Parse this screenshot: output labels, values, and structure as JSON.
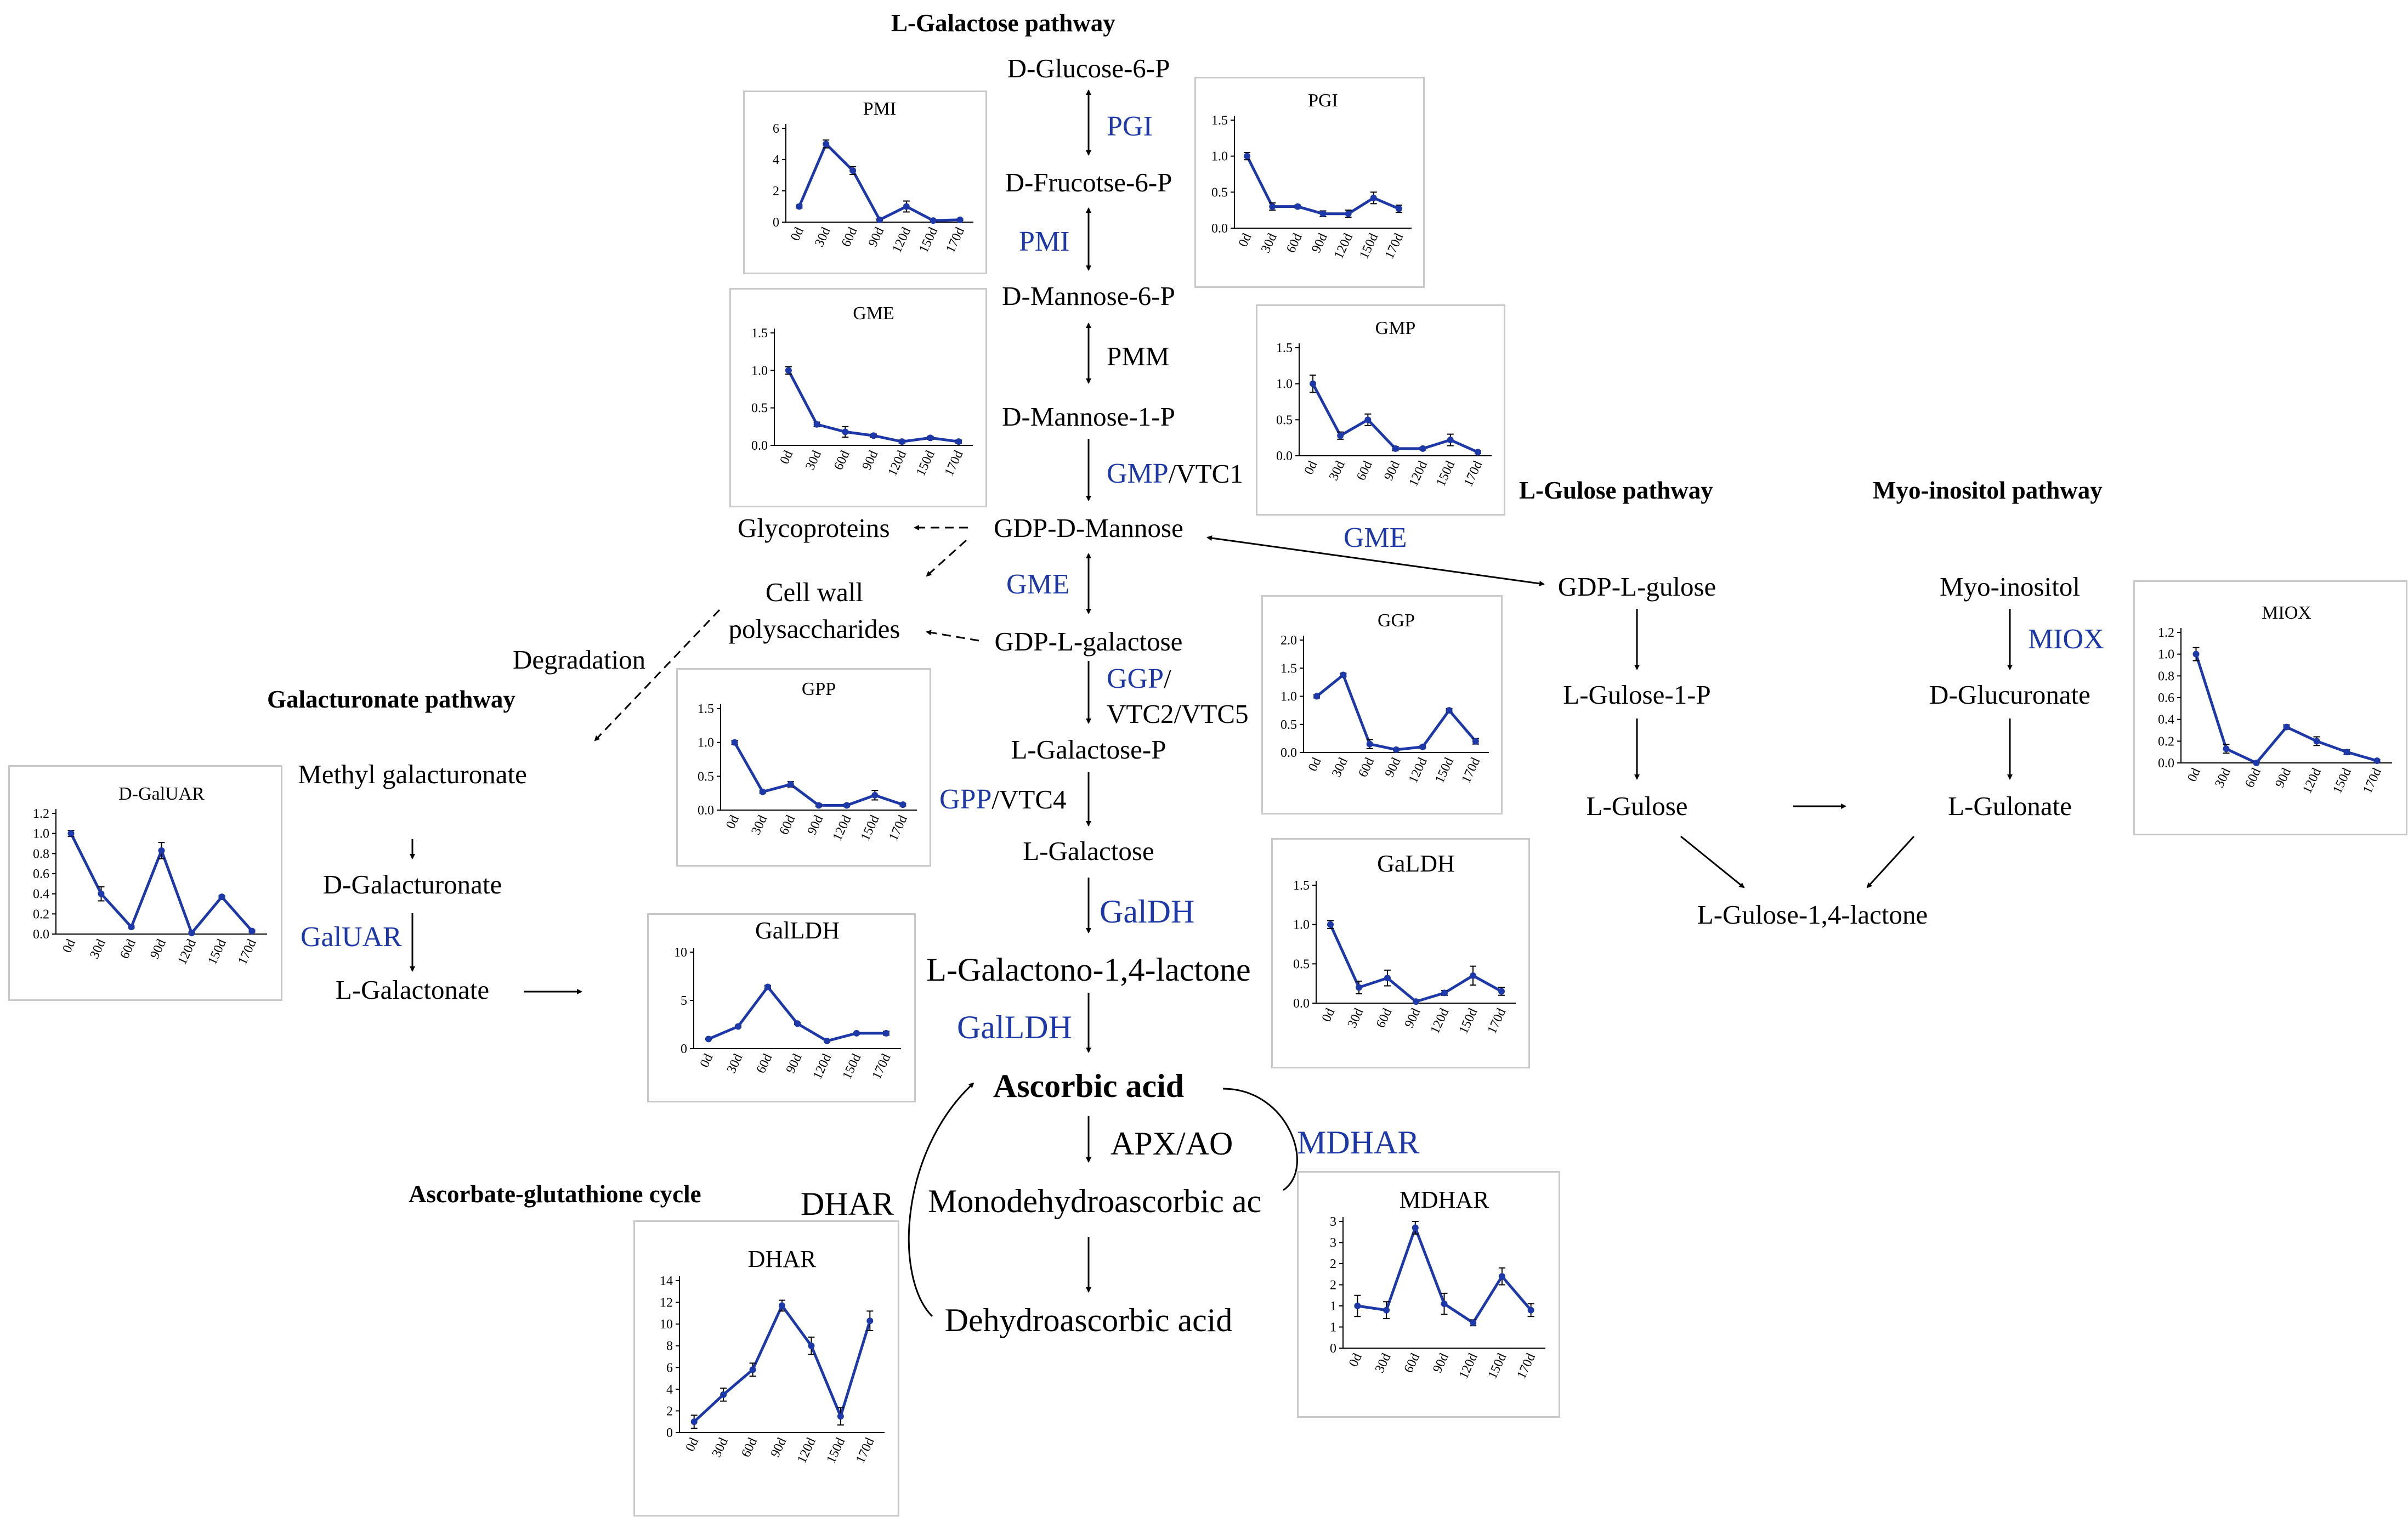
{
  "pathways": {
    "galactose": "L-Galactose pathway",
    "gulose": "L-Gulose pathway",
    "inositol": "Myo-inositol pathway",
    "galacturonate": "Galacturonate pathway",
    "ascorbate": "Ascorbate-glutathione cycle"
  },
  "metabolites": {
    "glc6p": "D-Glucose-6-P",
    "fru6p": "D-Frucotse-6-P",
    "man6p": "D-Mannose-6-P",
    "man1p": "D-Mannose-1-P",
    "gdpman": "GDP-D-Mannose",
    "glycoproteins": "Glycoproteins",
    "cellwall1": "Cell wall",
    "cellwall2": "polysaccharides",
    "degradation": "Degradation",
    "gdpgal": "GDP-L-galactose",
    "gal1p": "L-Galactose-P",
    "gal": "L-Galactose",
    "galactono": "L-Galactono-1,4-lactone",
    "asc": "Ascorbic acid",
    "mdha": "Monodehydroascorbic ac",
    "dha": "Dehydroascorbic acid",
    "methylgal": "Methyl galacturonate",
    "dgalact": "D-Galacturonate",
    "lgalactonate": "L-Galactonate",
    "gdpgul": "GDP-L-gulose",
    "gul1p": "L-Gulose-1-P",
    "gul": "L-Gulose",
    "gullac": "L-Gulose-1,4-lactone",
    "myo": "Myo-inositol",
    "dgluc": "D-Glucuronate",
    "lgulonate": "L-Gulonate"
  },
  "enzymes": {
    "pgi": "PGI",
    "pmi": "PMI",
    "pmm": "PMM",
    "gmp": "GMP",
    "vtc1": "/VTC1",
    "gme1": "GME",
    "gme2": "GME",
    "ggp": "GGP",
    "ggp_slash": "/",
    "vtc25": "VTC2/VTC5",
    "gpp": "GPP",
    "vtc4": "/VTC4",
    "galdh1": "GalDH",
    "galldh": "GalLDH",
    "apx": "APX/AO",
    "mdhar": "MDHAR",
    "dhar": "DHAR",
    "galuar": "GalUAR",
    "miox": "MIOX"
  },
  "chart_data": [
    {
      "id": "pmi",
      "type": "line",
      "title": "PMI",
      "categories": [
        "0d",
        "30d",
        "60d",
        "90d",
        "120d",
        "150d",
        "170d"
      ],
      "values": [
        1.0,
        5.0,
        3.3,
        0.15,
        1.0,
        0.1,
        0.15
      ],
      "errors": [
        0.1,
        0.25,
        0.25,
        0.05,
        0.35,
        0.05,
        0.05
      ],
      "ylim": [
        0,
        6
      ],
      "yticks": [
        "0",
        "2",
        "4",
        "6"
      ],
      "color": "#1d38a8"
    },
    {
      "id": "pgi",
      "type": "line",
      "title": "PGI",
      "categories": [
        "0d",
        "30d",
        "60d",
        "90d",
        "120d",
        "150d",
        "170d"
      ],
      "values": [
        1.0,
        0.3,
        0.3,
        0.2,
        0.2,
        0.42,
        0.27
      ],
      "errors": [
        0.05,
        0.05,
        0.02,
        0.04,
        0.05,
        0.08,
        0.05
      ],
      "ylim": [
        0,
        1.5
      ],
      "yticks": [
        "0.0",
        "0.5",
        "1.0",
        "1.5"
      ],
      "color": "#1d38a8"
    },
    {
      "id": "gme",
      "type": "line",
      "title": "GME",
      "categories": [
        "0d",
        "30d",
        "60d",
        "90d",
        "120d",
        "150d",
        "170d"
      ],
      "values": [
        1.0,
        0.28,
        0.18,
        0.13,
        0.05,
        0.1,
        0.05
      ],
      "errors": [
        0.05,
        0.03,
        0.07,
        0.02,
        0.02,
        0.02,
        0.02
      ],
      "ylim": [
        0,
        1.5
      ],
      "yticks": [
        "0.0",
        "0.5",
        "1.0",
        "1.5"
      ],
      "color": "#1d38a8"
    },
    {
      "id": "gmp",
      "type": "line",
      "title": "GMP",
      "categories": [
        "0d",
        "30d",
        "60d",
        "90d",
        "120d",
        "150d",
        "170d"
      ],
      "values": [
        1.0,
        0.28,
        0.5,
        0.1,
        0.1,
        0.22,
        0.05
      ],
      "errors": [
        0.12,
        0.05,
        0.08,
        0.03,
        0.02,
        0.08,
        0.02
      ],
      "ylim": [
        0,
        1.5
      ],
      "yticks": [
        "0.0",
        "0.5",
        "1.0",
        "1.5"
      ],
      "color": "#1d38a8"
    },
    {
      "id": "ggp",
      "type": "line",
      "title": "GGP",
      "categories": [
        "0d",
        "30d",
        "60d",
        "90d",
        "120d",
        "150d",
        "170d"
      ],
      "values": [
        1.0,
        1.38,
        0.15,
        0.05,
        0.1,
        0.75,
        0.2
      ],
      "errors": [
        0.03,
        0.03,
        0.08,
        0.02,
        0.02,
        0.03,
        0.05
      ],
      "ylim": [
        0,
        2.0
      ],
      "yticks": [
        "0.0",
        "0.5",
        "1.0",
        "1.5",
        "2.0"
      ],
      "color": "#1d38a8"
    },
    {
      "id": "gpp",
      "type": "line",
      "title": "GPP",
      "categories": [
        "0d",
        "30d",
        "60d",
        "90d",
        "120d",
        "150d",
        "170d"
      ],
      "values": [
        1.0,
        0.27,
        0.38,
        0.07,
        0.07,
        0.22,
        0.08
      ],
      "errors": [
        0.03,
        0.02,
        0.04,
        0.02,
        0.02,
        0.07,
        0.02
      ],
      "ylim": [
        0,
        1.5
      ],
      "yticks": [
        "0.0",
        "0.5",
        "1.0",
        "1.5"
      ],
      "color": "#1d38a8"
    },
    {
      "id": "miox",
      "type": "line",
      "title": "MIOX",
      "categories": [
        "0d",
        "30d",
        "60d",
        "90d",
        "120d",
        "150d",
        "170d"
      ],
      "values": [
        1.0,
        0.13,
        0.0,
        0.33,
        0.2,
        0.1,
        0.02
      ],
      "errors": [
        0.06,
        0.04,
        0.01,
        0.02,
        0.04,
        0.02,
        0.01
      ],
      "ylim": [
        0,
        1.2
      ],
      "yticks": [
        "0.0",
        "0.2",
        "0.4",
        "0.6",
        "0.8",
        "1.0",
        "1.2"
      ],
      "color": "#1d38a8"
    },
    {
      "id": "dgaluar",
      "type": "line",
      "title": "D-GalUAR",
      "categories": [
        "0d",
        "30d",
        "60d",
        "90d",
        "120d",
        "150d",
        "170d"
      ],
      "values": [
        1.0,
        0.4,
        0.07,
        0.83,
        0.01,
        0.37,
        0.03
      ],
      "errors": [
        0.03,
        0.07,
        0.01,
        0.08,
        0.01,
        0.01,
        0.01
      ],
      "ylim": [
        0,
        1.2
      ],
      "yticks": [
        "0.0",
        "0.2",
        "0.4",
        "0.6",
        "0.8",
        "1.0",
        "1.2"
      ],
      "color": "#1d38a8"
    },
    {
      "id": "galldh_a",
      "type": "line",
      "title": "GalLDH",
      "categories": [
        "0d",
        "30d",
        "60d",
        "90d",
        "120d",
        "150d",
        "170d"
      ],
      "values": [
        1.0,
        2.3,
        6.4,
        2.6,
        0.8,
        1.6,
        1.6
      ],
      "errors": [
        0.05,
        0.1,
        0.15,
        0.1,
        0.1,
        0.1,
        0.2
      ],
      "ylim": [
        0,
        10
      ],
      "yticks": [
        "0",
        "5",
        "10"
      ],
      "color": "#1d38a8"
    },
    {
      "id": "galldh_b",
      "type": "line",
      "title": "GaLDH",
      "categories": [
        "0d",
        "30d",
        "60d",
        "90d",
        "120d",
        "150d",
        "170d"
      ],
      "values": [
        1.0,
        0.2,
        0.32,
        0.02,
        0.13,
        0.35,
        0.15
      ],
      "errors": [
        0.05,
        0.08,
        0.1,
        0.02,
        0.03,
        0.12,
        0.05
      ],
      "ylim": [
        0,
        1.5
      ],
      "yticks": [
        "0.0",
        "0.5",
        "1.0",
        "1.5"
      ],
      "color": "#1d38a8"
    },
    {
      "id": "dhar",
      "type": "line",
      "title": "DHAR",
      "categories": [
        "0d",
        "30d",
        "60d",
        "90d",
        "120d",
        "150d",
        "170d"
      ],
      "values": [
        1.0,
        3.5,
        5.8,
        11.7,
        8.0,
        1.5,
        10.3
      ],
      "errors": [
        0.6,
        0.6,
        0.6,
        0.5,
        0.8,
        0.8,
        0.9
      ],
      "ylim": [
        0,
        14
      ],
      "yticks": [
        "0",
        "2",
        "4",
        "6",
        "8",
        "10",
        "12",
        "14"
      ],
      "color": "#1d38a8"
    },
    {
      "id": "mdhar",
      "type": "line",
      "title": "MDHAR",
      "categories": [
        "0d",
        "30d",
        "60d",
        "90d",
        "120d",
        "150d",
        "170d"
      ],
      "values": [
        1.0,
        0.9,
        2.85,
        1.05,
        0.6,
        1.7,
        0.9
      ],
      "errors": [
        0.25,
        0.2,
        0.15,
        0.25,
        0.07,
        0.2,
        0.15
      ],
      "ylim": [
        0,
        3
      ],
      "yticks": [
        "0",
        "1",
        "1",
        "2",
        "2",
        "3",
        "3"
      ],
      "color": "#1d38a8"
    }
  ]
}
